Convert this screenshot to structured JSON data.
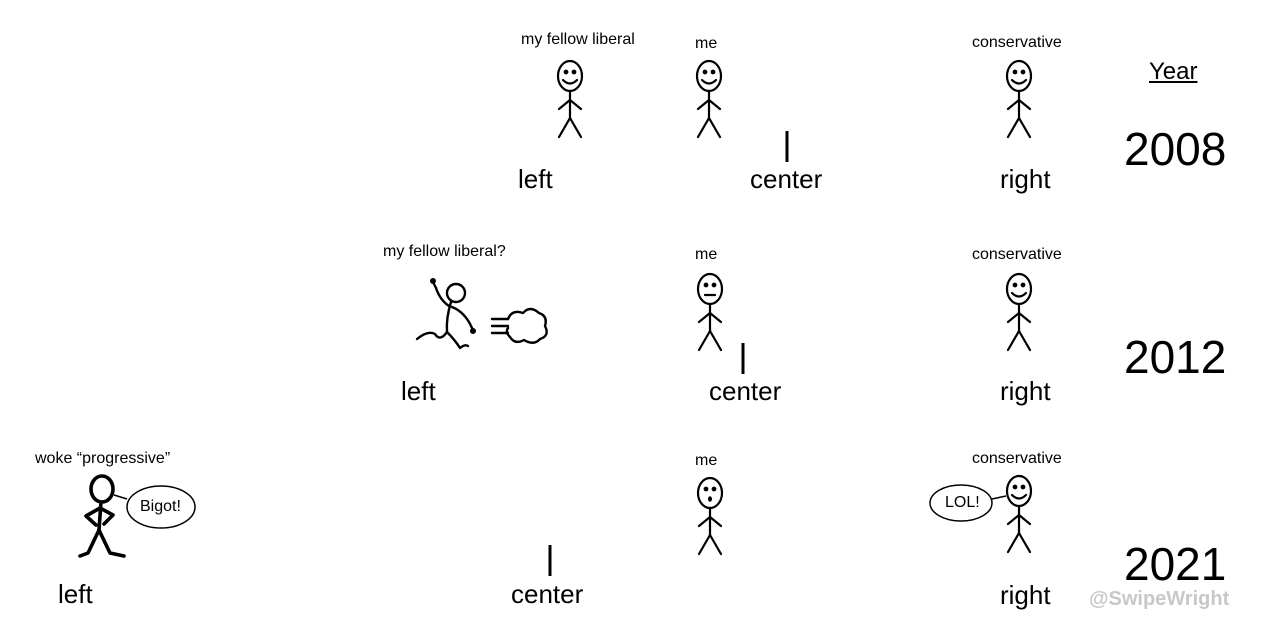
{
  "header": {
    "year_label": "Year"
  },
  "rows": [
    {
      "year": "2008",
      "axis": {
        "left": "left",
        "center": "center",
        "right": "right"
      },
      "figures": {
        "liberal": "my fellow liberal",
        "me": "me",
        "conservative": "conservative"
      }
    },
    {
      "year": "2012",
      "axis": {
        "left": "left",
        "center": "center",
        "right": "right"
      },
      "figures": {
        "liberal": "my fellow liberal?",
        "me": "me",
        "conservative": "conservative"
      }
    },
    {
      "year": "2021",
      "axis": {
        "left": "left",
        "center": "center",
        "right": "right"
      },
      "figures": {
        "liberal": "woke “progressive”",
        "me": "me",
        "conservative": "conservative"
      },
      "bubbles": {
        "liberal": "Bigot!",
        "conservative": "LOL!"
      }
    }
  ],
  "watermark": "@SwipeWright",
  "colors": {
    "left": "#2f7fc1",
    "center": "#5b4a8a",
    "right": "#e02020"
  }
}
